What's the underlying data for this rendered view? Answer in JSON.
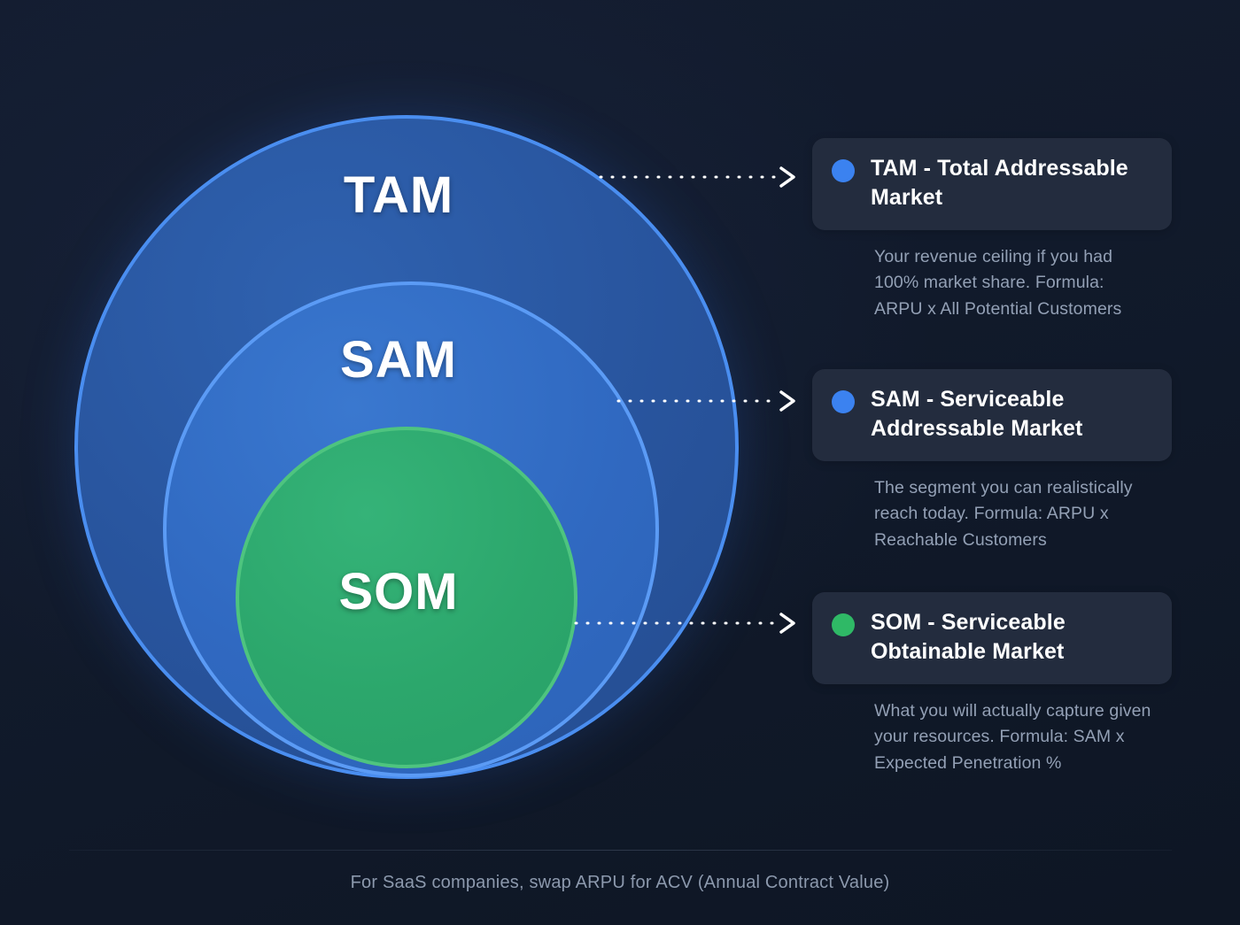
{
  "diagram": {
    "title_semantic": "TAM SAM SOM nested market sizing diagram",
    "circles": [
      {
        "key": "tam",
        "label": "TAM",
        "color": "#2a5aa8",
        "border_color": "#4a8ef0"
      },
      {
        "key": "sam",
        "label": "SAM",
        "color": "#3069c1",
        "border_color": "#5b9bf5"
      },
      {
        "key": "som",
        "label": "SOM",
        "color": "#2ca76c",
        "border_color": "#4ec47f"
      }
    ]
  },
  "legend": {
    "items": [
      {
        "key": "tam",
        "dot_color": "#3b82f0",
        "title": "TAM - Total Addressable Market",
        "description": "Your revenue ceiling if you had 100% market share. Formula: ARPU x All Potential Customers"
      },
      {
        "key": "sam",
        "dot_color": "#3b82f0",
        "title": "SAM - Serviceable Addressable Market",
        "description": "The segment you can realistically reach today. Formula: ARPU x Reachable Customers"
      },
      {
        "key": "som",
        "dot_color": "#2fb966",
        "title": "SOM - Serviceable Obtainable Market",
        "description": "What you will actually capture given your resources. Formula: SAM x Expected Penetration %"
      }
    ]
  },
  "footer": {
    "note": "For SaaS companies, swap ARPU for ACV (Annual Contract Value)"
  },
  "colors": {
    "background": "#131c2e",
    "card_background": "#232c3e",
    "title_text": "#ffffff",
    "body_text": "#93a0b5",
    "connector": "#ffffff"
  }
}
